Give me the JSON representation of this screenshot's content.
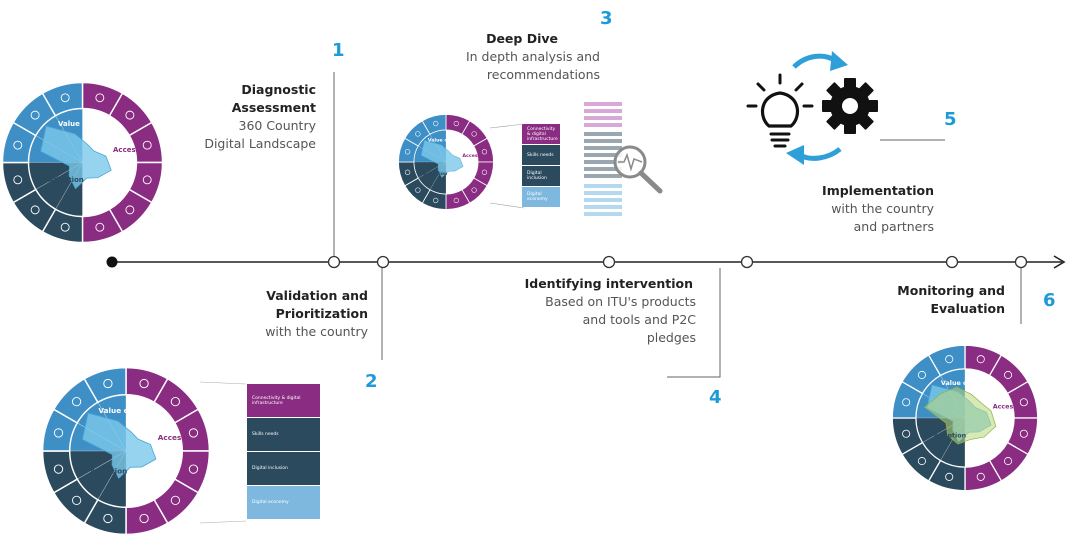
{
  "steps": {
    "s1": {
      "number": "1",
      "title_line1": "Diagnostic",
      "title_line2": "Assessment",
      "sub_line1": "360 Country",
      "sub_line2": "Digital Landscape"
    },
    "s2": {
      "number": "2",
      "title_line1": "Validation and",
      "title_line2": "Prioritization",
      "sub_line1": "with the country"
    },
    "s3": {
      "number": "3",
      "title": "Deep Dive",
      "sub_line1": "In depth analysis and",
      "sub_line2": "recommendations"
    },
    "s4": {
      "number": "4",
      "title": "Identifying intervention",
      "sub_line1": "Based on ITU's products",
      "sub_line2": "and tools and P2C",
      "sub_line3": "pledges"
    },
    "s5": {
      "number": "5",
      "title": "Implementation",
      "sub_line1": "with the country",
      "sub_line2": "and partners"
    },
    "s6": {
      "number": "6",
      "title_line1": "Monitoring and",
      "title_line2": "Evaluation"
    }
  },
  "wheel": {
    "value_creation": "Value creation",
    "access": "Access",
    "adoption": "Adoption"
  },
  "pillars": {
    "p1": "Connectivity & digital infrastructure",
    "p2": "Skills needs",
    "p3": "Digital inclusion",
    "p4": "Digital economy"
  },
  "colors": {
    "purple": "#8a2c82",
    "blue": "#3e8fc6",
    "navy": "#2b4a5e",
    "radar": "#7cc8ea",
    "accent": "#1e9ad6"
  }
}
